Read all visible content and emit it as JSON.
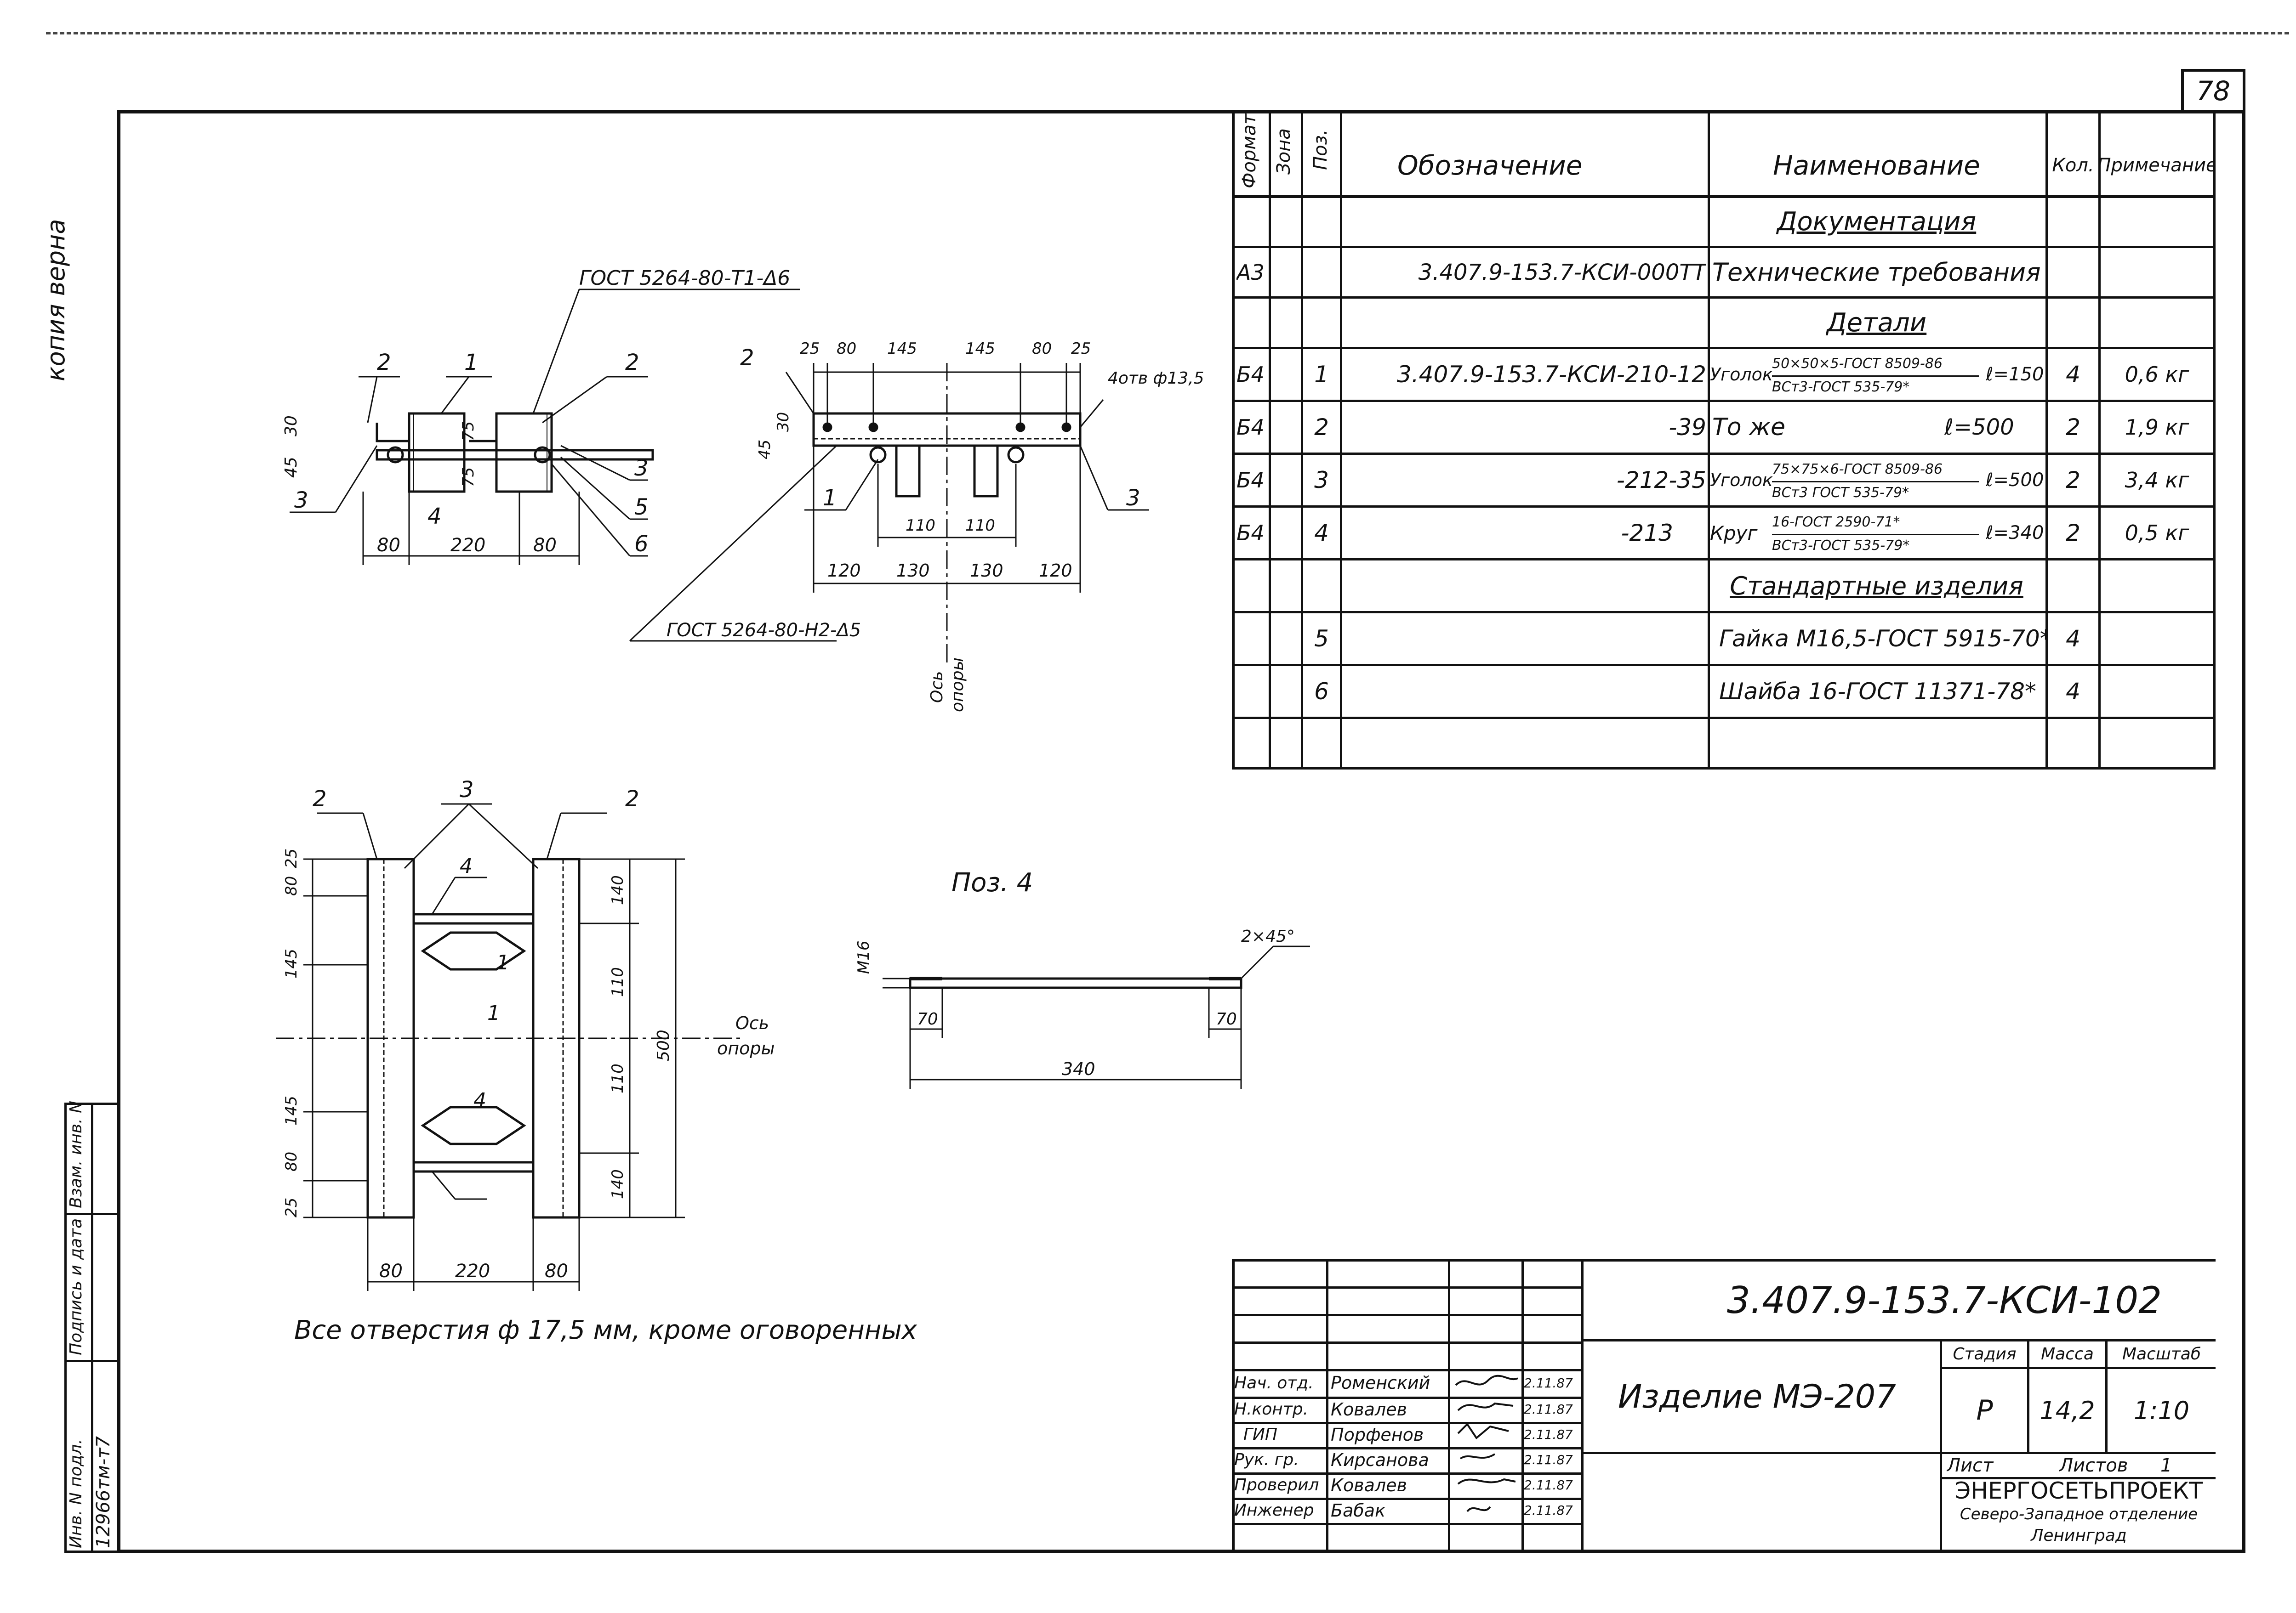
{
  "sheet": {
    "number": "78",
    "copy_note": "копия верна"
  },
  "spec": {
    "headers": {
      "format": "Формат",
      "zone": "Зона",
      "pos": "Поз.",
      "designation": "Обозначение",
      "name": "Наименование",
      "qty": "Кол.",
      "note": "Примечание"
    },
    "rows": [
      {
        "type": "section",
        "name": "Документация"
      },
      {
        "format": "А3",
        "zone": "",
        "pos": "",
        "designation": "3.407.9-153.7-КСИ-000ТТ",
        "name": "Технические требования",
        "qty": "",
        "note": ""
      },
      {
        "type": "section",
        "name": "Детали"
      },
      {
        "format": "Б4",
        "zone": "",
        "pos": "1",
        "designation": "3.407.9-153.7-КСИ-210-12",
        "name": "Уголок",
        "name_top": "50×50×5-ГОСТ 8509-86",
        "name_bottom": "ВСт3-ГОСТ 535-79*",
        "length": "ℓ=150",
        "qty": "4",
        "note": "0,6 кг"
      },
      {
        "format": "Б4",
        "zone": "",
        "pos": "2",
        "designation": "-39",
        "name": "То же",
        "length": "ℓ=500",
        "qty": "2",
        "note": "1,9 кг"
      },
      {
        "format": "Б4",
        "zone": "",
        "pos": "3",
        "designation": "-212-35",
        "name": "Уголок",
        "name_top": "75×75×6-ГОСТ 8509-86",
        "name_bottom": "ВСт3 ГОСТ 535-79*",
        "length": "ℓ=500",
        "qty": "2",
        "note": "3,4 кг"
      },
      {
        "format": "Б4",
        "zone": "",
        "pos": "4",
        "designation": "-213",
        "name": "Круг",
        "name_top": "16-ГОСТ 2590-71*",
        "name_bottom": "ВСт3-ГОСТ 535-79*",
        "length": "ℓ=340",
        "qty": "2",
        "note": "0,5 кг"
      },
      {
        "type": "section",
        "name": "Стандартные изделия"
      },
      {
        "format": "",
        "zone": "",
        "pos": "5",
        "designation": "",
        "name": "Гайка М16,5-ГОСТ 5915-70*",
        "qty": "4",
        "note": ""
      },
      {
        "format": "",
        "zone": "",
        "pos": "6",
        "designation": "",
        "name": "Шайба 16-ГОСТ 11371-78*",
        "qty": "4",
        "note": ""
      }
    ]
  },
  "drawings": {
    "weld_top": "ГОСТ 5264-80-Т1-Δ6",
    "weld_side": "ГОСТ 5264-80-Н2-Δ5",
    "holes": "4отв ф13,5",
    "axis": "Ось опоры",
    "axis_line1": "Ось",
    "axis_line2": "опоры",
    "pos4_title": "Поз. 4",
    "chamfer": "2×45°",
    "thread": "М16",
    "front_dims": {
      "left": "80",
      "mid": "220",
      "right": "80",
      "h30": "30",
      "h45": "45",
      "h75a": "75",
      "h75b": "75"
    },
    "side_dims": {
      "top": [
        "25",
        "80",
        "145",
        "145",
        "80",
        "25"
      ],
      "inner": [
        "110",
        "110"
      ],
      "bottom": [
        "120",
        "130",
        "130",
        "120"
      ],
      "h30": "30",
      "h45": "45"
    },
    "plan_dims": {
      "left": [
        "25",
        "80",
        "145",
        "145",
        "80",
        "25"
      ],
      "right": [
        "140",
        "110",
        "110",
        "140"
      ],
      "total": "500",
      "bottom": [
        "80",
        "220",
        "80"
      ]
    },
    "pos4_dims": {
      "a": "70",
      "b": "70",
      "total": "340"
    },
    "labels": {
      "p1": "1",
      "p2": "2",
      "p3": "3",
      "p4": "4",
      "p5": "5",
      "p6": "6"
    }
  },
  "note": "Все отверстия ф 17,5 мм, кроме оговоренных",
  "title_block": {
    "code": "3.407.9-153.7-КСИ-102",
    "product": "Изделие МЭ-207",
    "stage_label": "Стадия",
    "mass_label": "Масса",
    "scale_label": "Масштаб",
    "stage": "Р",
    "mass": "14,2",
    "scale": "1:10",
    "sheet_label": "Лист",
    "sheets_label": "Листов",
    "sheets": "1",
    "org": "ЭНЕРГОСЕТЬПРОЕКТ",
    "org_sub1": "Северо-Западное отделение",
    "org_sub2": "Ленинград",
    "signers": [
      {
        "role": "Нач. отд.",
        "name": "Роменский",
        "date": "2.11.87"
      },
      {
        "role": "Н.контр.",
        "name": "Ковалев",
        "date": "2.11.87"
      },
      {
        "role": "ГИП",
        "name": "Порфенов",
        "date": "2.11.87"
      },
      {
        "role": "Рук. гр.",
        "name": "Кирсанова",
        "date": "2.11.87"
      },
      {
        "role": "Проверил",
        "name": "Ковалев",
        "date": "2.11.87"
      },
      {
        "role": "Инженер",
        "name": "Бабак",
        "date": "2.11.87"
      }
    ]
  },
  "side_strip": {
    "inv": "Инв. N подл.",
    "sign": "Подпись и дата",
    "vzam": "Взам. инв. N",
    "inv_value": "12966тм-т7"
  }
}
